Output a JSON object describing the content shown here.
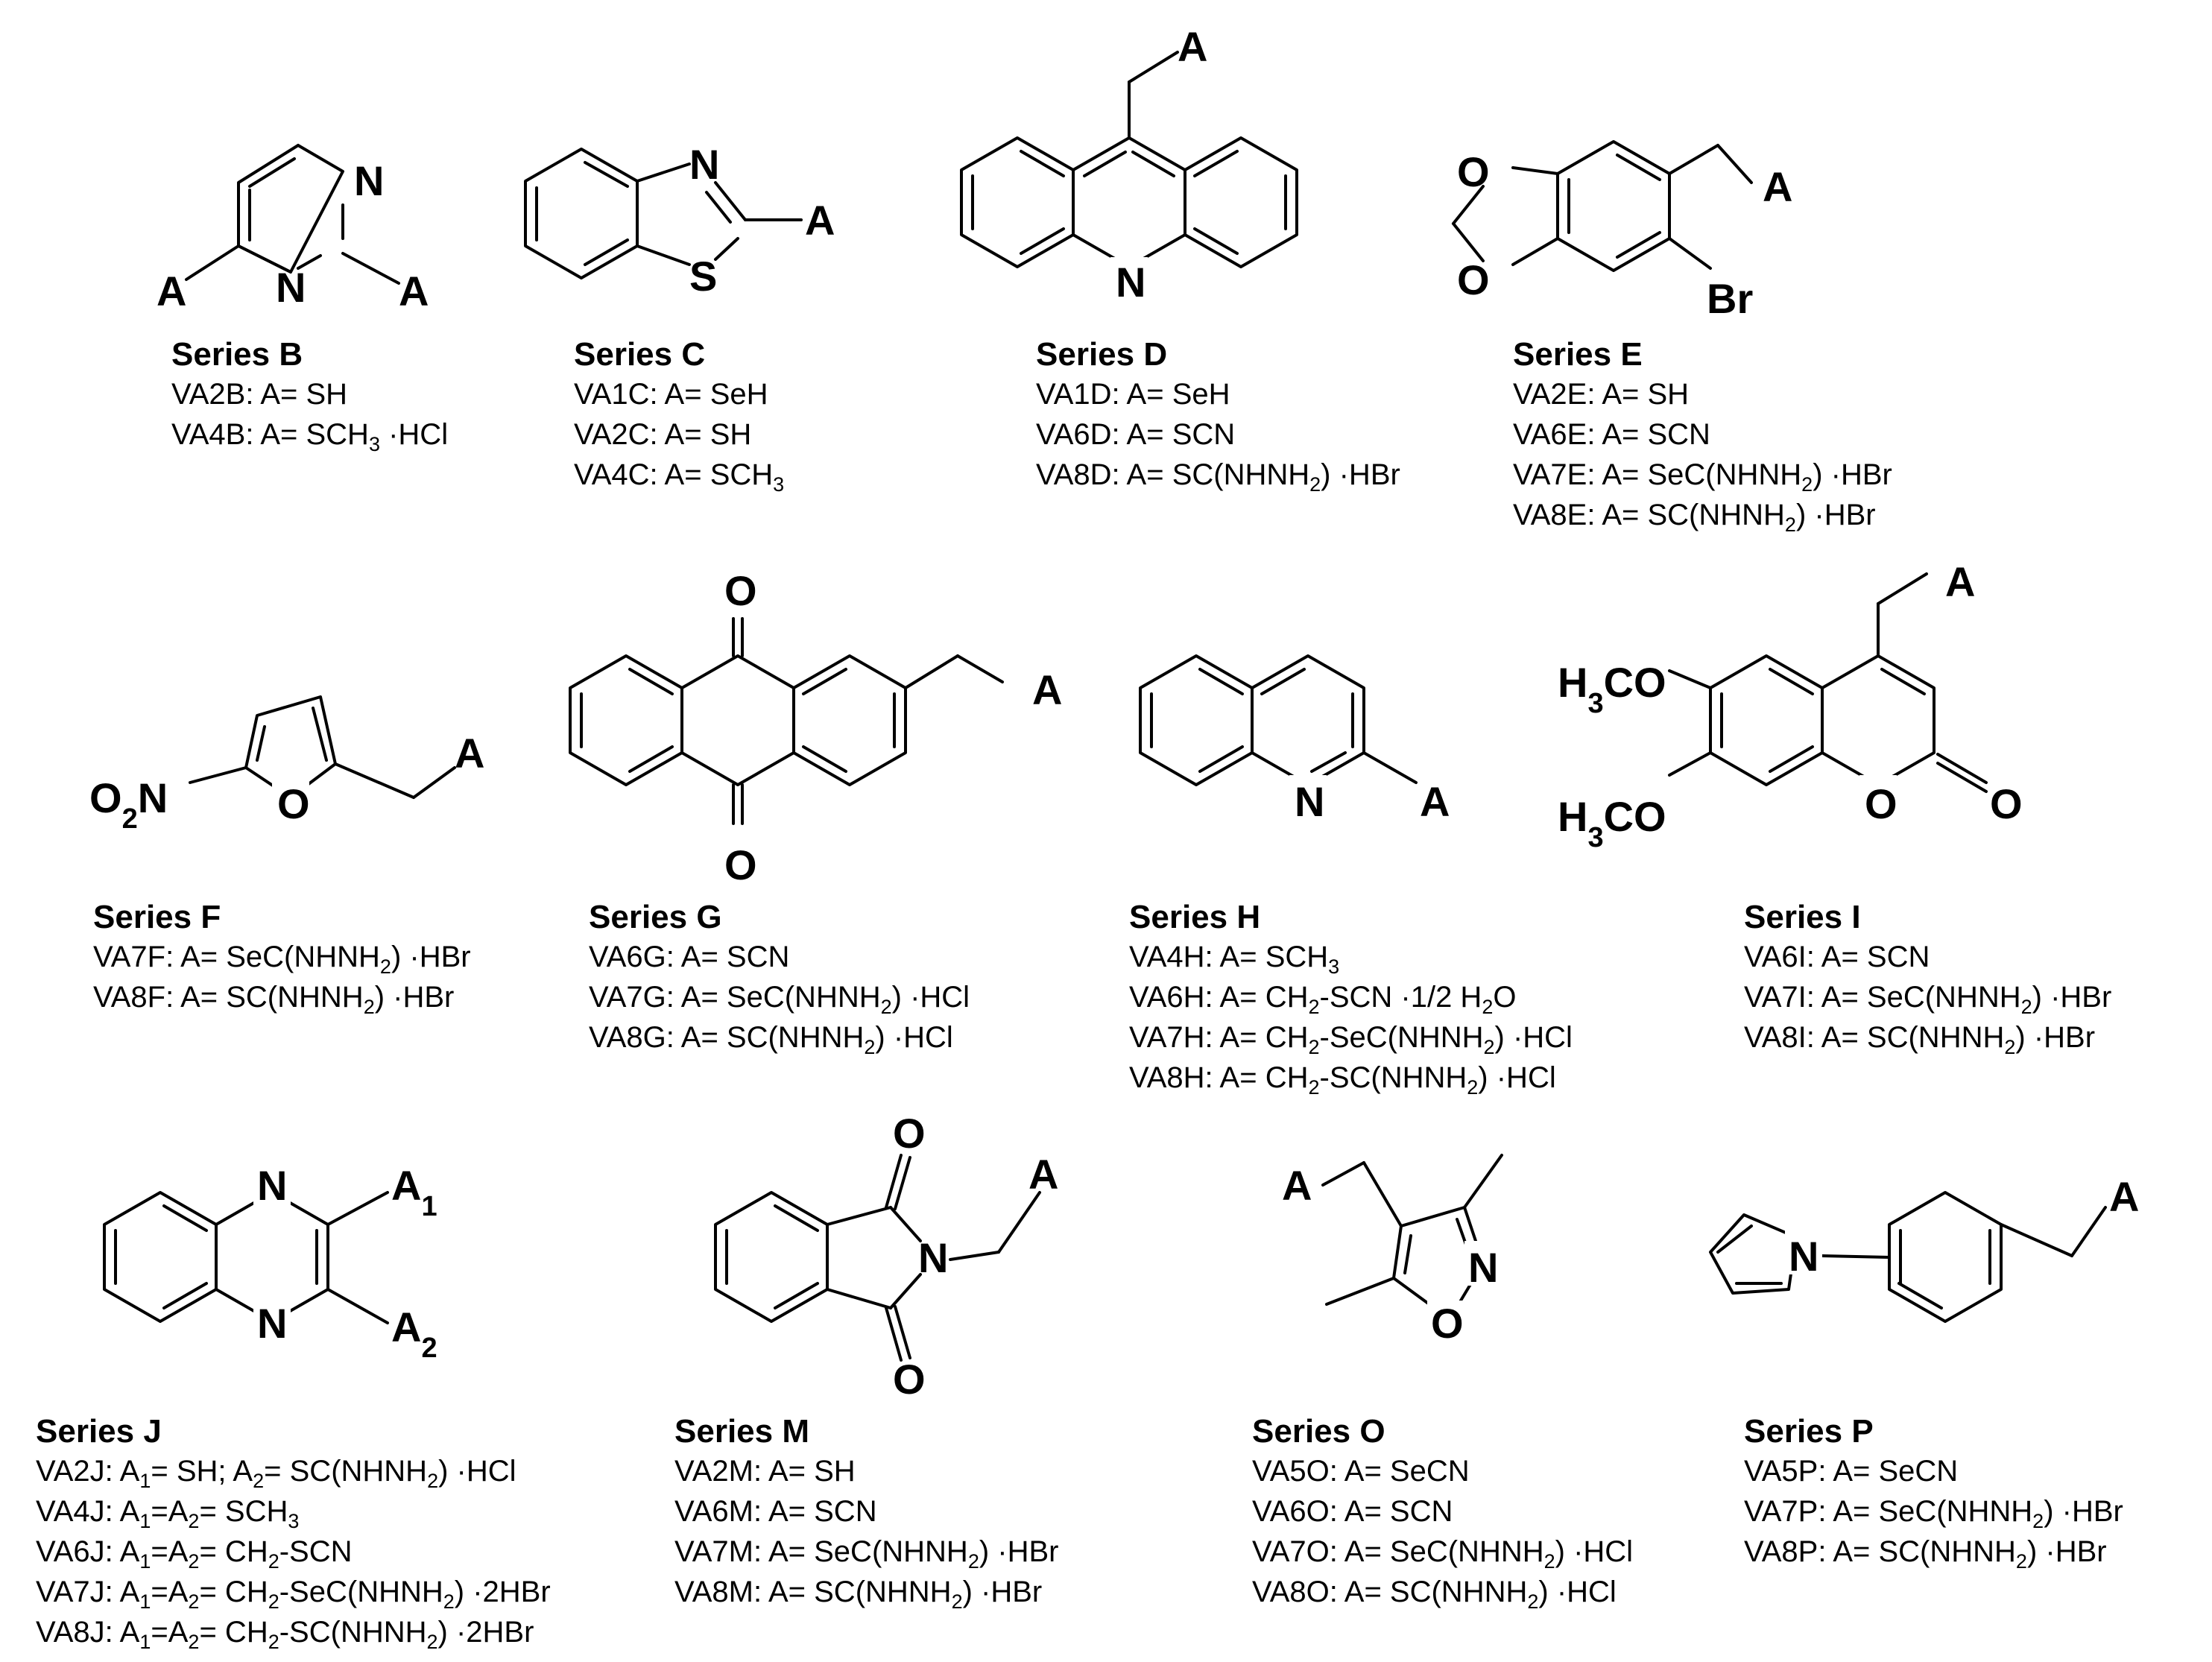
{
  "series": [
    {
      "id": "B",
      "title": "Series B",
      "atoms": {
        "n_top": "N",
        "n_bottom": "N",
        "a_left": "A",
        "a_right": "A"
      },
      "compounds": [
        "VA2B: A= SH",
        "VA4B: A= SCH_3 ·HCl"
      ]
    },
    {
      "id": "C",
      "title": "Series C",
      "atoms": {
        "n": "N",
        "s": "S",
        "a": "A"
      },
      "compounds": [
        "VA1C: A= SeH",
        "VA2C: A= SH",
        "VA4C: A= SCH_3"
      ]
    },
    {
      "id": "D",
      "title": "Series D",
      "atoms": {
        "n": "N",
        "a": "A"
      },
      "compounds": [
        "VA1D: A= SeH",
        "VA6D: A= SCN",
        "VA8D: A= SC(NHNH_2) ·HBr"
      ]
    },
    {
      "id": "E",
      "title": "Series E",
      "atoms": {
        "o_top": "O",
        "o_bottom": "O",
        "br": "Br",
        "a": "A"
      },
      "compounds": [
        "VA2E: A= SH",
        "VA6E: A= SCN",
        "VA7E: A= SeC(NHNH_2) ·HBr",
        "VA8E: A= SC(NHNH_2) ·HBr"
      ]
    },
    {
      "id": "F",
      "title": "Series F",
      "atoms": {
        "o2n": "O_2N",
        "o": "O",
        "a": "A"
      },
      "compounds": [
        "VA7F: A= SeC(NHNH_2) ·HBr",
        "VA8F: A= SC(NHNH_2) ·HBr"
      ]
    },
    {
      "id": "G",
      "title": "Series G",
      "atoms": {
        "o_top": "O",
        "o_bottom": "O",
        "a": "A"
      },
      "compounds": [
        "VA6G: A= SCN",
        "VA7G: A= SeC(NHNH_2) ·HCl",
        "VA8G: A= SC(NHNH_2) ·HCl"
      ]
    },
    {
      "id": "H",
      "title": "Series H",
      "atoms": {
        "n": "N",
        "a": "A"
      },
      "compounds": [
        "VA4H: A= SCH_3",
        "VA6H: A= CH_2-SCN ·1/2 H_2O",
        "VA7H: A= CH_2-SeC(NHNH_2) ·HCl",
        "VA8H: A= CH_2-SC(NHNH_2) ·HCl"
      ]
    },
    {
      "id": "I",
      "title": "Series I",
      "atoms": {
        "h3co_top": "H_3CO",
        "h3co_bottom": "H_3CO",
        "o_ring": "O",
        "o_carbonyl": "O",
        "a": "A"
      },
      "compounds": [
        "VA6I: A= SCN",
        "VA7I: A= SeC(NHNH_2) ·HBr",
        "VA8I: A= SC(NHNH_2) ·HBr"
      ]
    },
    {
      "id": "J",
      "title": "Series J",
      "atoms": {
        "n_top": "N",
        "n_bottom": "N",
        "a1": "A_1",
        "a2": "A_2"
      },
      "compounds": [
        "VA2J: A_1= SH; A_2= SC(NHNH_2) ·HCl",
        "VA4J: A_1=A_2= SCH_3",
        "VA6J: A_1=A_2= CH_2-SCN",
        "VA7J: A_1=A_2= CH_2-SeC(NHNH_2) ·2HBr",
        "VA8J: A_1=A_2= CH_2-SC(NHNH_2) ·2HBr"
      ]
    },
    {
      "id": "M",
      "title": "Series M",
      "atoms": {
        "o_top": "O",
        "o_bottom": "O",
        "n": "N",
        "a": "A"
      },
      "compounds": [
        "VA2M: A= SH",
        "VA6M: A= SCN",
        "VA7M: A= SeC(NHNH_2) ·HBr",
        "VA8M: A= SC(NHNH_2) ·HBr"
      ]
    },
    {
      "id": "O",
      "title": "Series O",
      "atoms": {
        "a": "A",
        "n": "N",
        "o": "O"
      },
      "compounds": [
        "VA5O: A= SeCN",
        "VA6O: A= SCN",
        "VA7O: A= SeC(NHNH_2) ·HCl",
        "VA8O: A= SC(NHNH_2) ·HCl"
      ]
    },
    {
      "id": "P",
      "title": "Series P",
      "atoms": {
        "n": "N",
        "a": "A"
      },
      "compounds": [
        "VA5P: A= SeCN",
        "VA7P: A= SeC(NHNH_2) ·HBr",
        "VA8P: A= SC(NHNH_2) ·HBr"
      ]
    }
  ]
}
